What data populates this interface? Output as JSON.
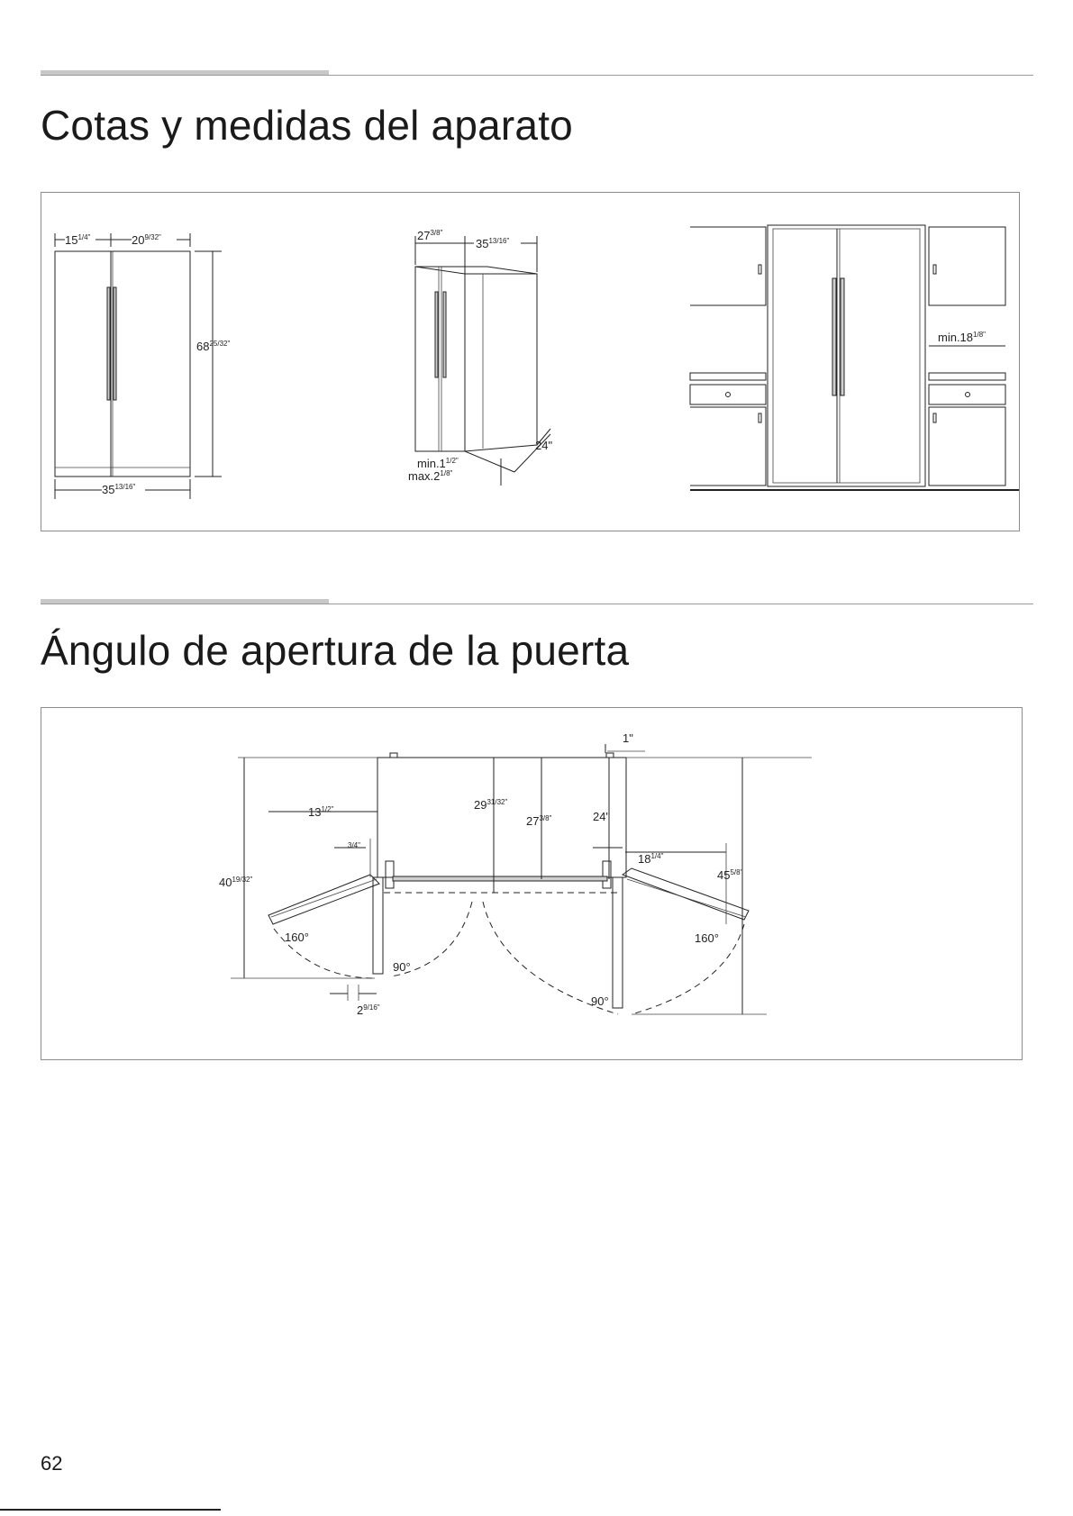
{
  "section1": {
    "title": "Cotas y medidas del aparato",
    "front": {
      "w_left": "15",
      "w_left_frac": "1/4\"",
      "w_right": "20",
      "w_right_frac": "9/32\"",
      "height": "68",
      "height_frac": "25/32\"",
      "width": "35",
      "width_frac": "13/16\""
    },
    "side": {
      "top_depth": "27",
      "top_depth_frac": "3/8\"",
      "top_width": "35",
      "top_width_frac": "13/16\"",
      "min_gap": "min.1",
      "min_gap_frac": "1/2\"",
      "max_gap": "max.2",
      "max_gap_frac": "1/8\"",
      "depth": "24\""
    },
    "installed": {
      "clearance": "min.18",
      "clearance_frac": "1/8\""
    }
  },
  "section2": {
    "title": "Ángulo de apertura de la puerta",
    "dims": {
      "one": "1\"",
      "d13": "13",
      "d13_frac": "1/2\"",
      "d29": "29",
      "d29_frac": "31/32\"",
      "d27": "27",
      "d27_frac": "3/8\"",
      "d24": "24\"",
      "d34": "3/4\"",
      "d18": "18",
      "d18_frac": "1/4\"",
      "d40": "40",
      "d40_frac": "19/32\"",
      "d45": "45",
      "d45_frac": "5/8\"",
      "a160_left": "160°",
      "a160_right": "160°",
      "a90_left": "90°",
      "a90_right": "90°",
      "d2": "2",
      "d2_frac": "9/16\""
    }
  },
  "page_number": "62"
}
